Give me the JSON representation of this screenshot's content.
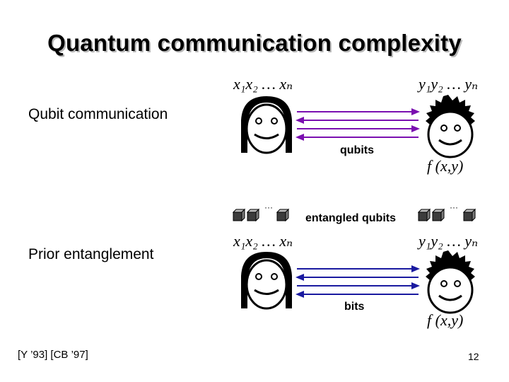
{
  "title": "Quantum communication complexity",
  "sections": {
    "qubit": {
      "label": "Qubit communication",
      "alice_input": "x₁x₂ … xₙ",
      "bob_input": "y₁y₂ … yₙ",
      "channel_label": "qubits",
      "output": "f (x,y)"
    },
    "entanglement": {
      "label": "Prior entanglement",
      "entangled_label": "entangled qubits",
      "cube_dots": "···",
      "alice_input": "x₁x₂ … xₙ",
      "bob_input": "y₁y₂ … yₙ",
      "channel_label": "bits",
      "output": "f (x,y)"
    }
  },
  "citation": "[Y ’93] [CB ’97]",
  "page_number": "12",
  "colors": {
    "qubit_arrow": "#7a0fb0",
    "bit_arrow": "#1a1aa0",
    "cube_front": "#3c3c3c",
    "cube_top": "#bdbdbd",
    "cube_side": "#7a7a7a"
  }
}
